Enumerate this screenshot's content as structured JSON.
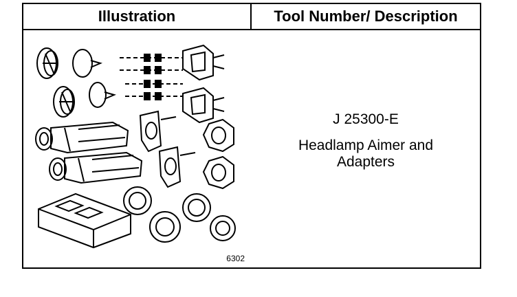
{
  "table": {
    "header_illustration": "Illustration",
    "header_tool": "Tool Number/ Description"
  },
  "tool": {
    "number": "J 25300-E",
    "description": "Headlamp Aimer and Adapters"
  },
  "figure": {
    "number": "6302"
  }
}
